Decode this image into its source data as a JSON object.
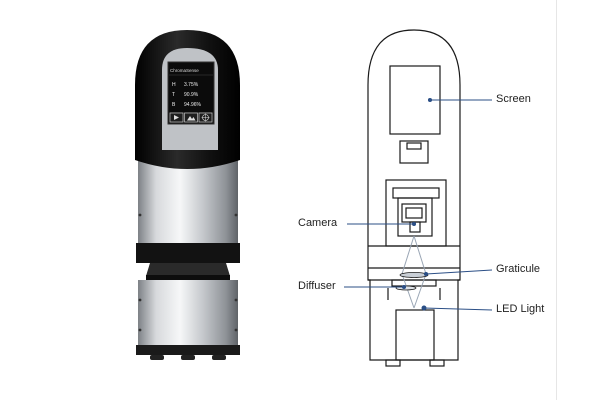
{
  "device": {
    "brand": "ChromaSense",
    "readings": [
      {
        "letter": "H",
        "value": "3.75%"
      },
      {
        "letter": "T",
        "value": "90.9%"
      },
      {
        "letter": "B",
        "value": "94.96%"
      }
    ],
    "icons": [
      "play-icon",
      "image-icon",
      "crosshair-icon"
    ]
  },
  "labels": {
    "screen": "Screen",
    "camera": "Camera",
    "graticule": "Graticule",
    "diffuser": "Diffuser",
    "led_light": "LED Light"
  },
  "colors": {
    "leader_line": "#2b4f86",
    "outline": "#1a1a1a",
    "body_black": "#0f0f0f",
    "body_silver": "#c9cbce"
  }
}
